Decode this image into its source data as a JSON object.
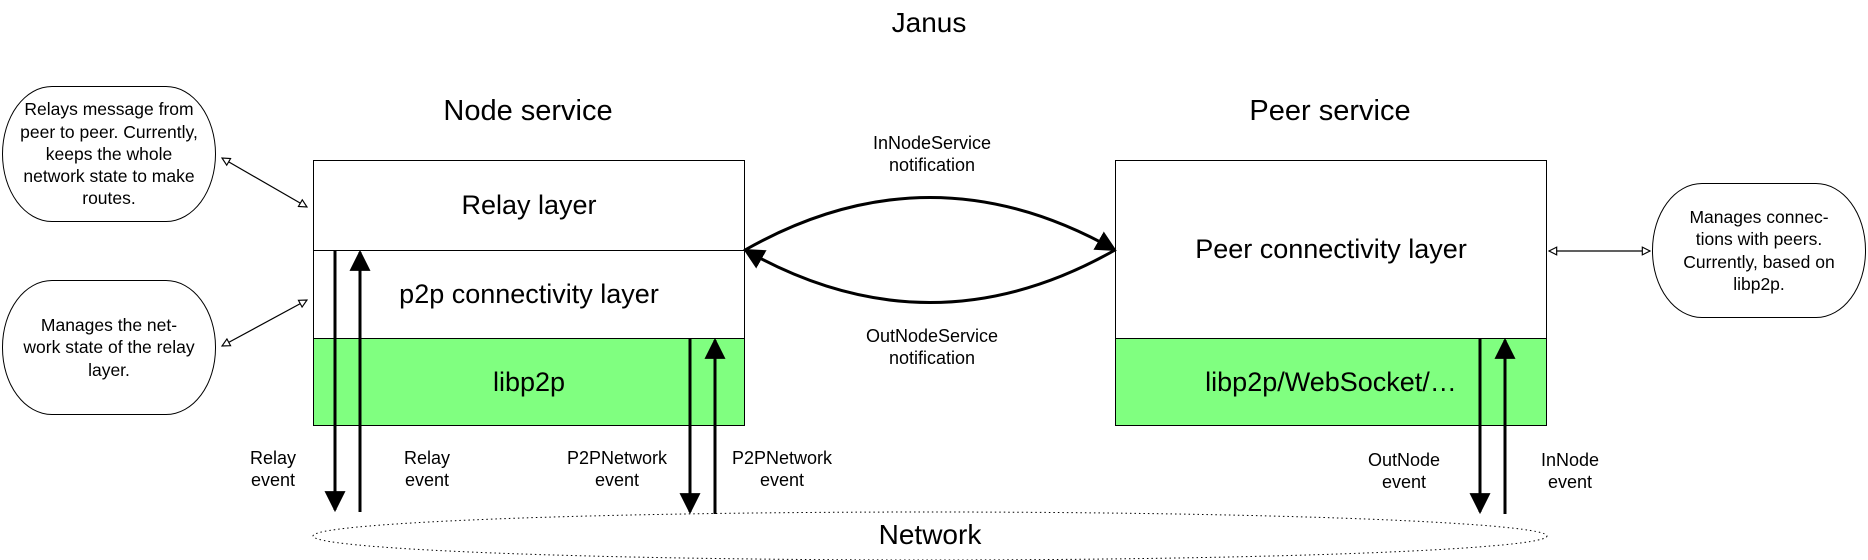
{
  "diagram": {
    "title": "Janus",
    "node_service": {
      "heading": "Node service",
      "relay_layer": "Relay layer",
      "p2p_layer": "p2p connectivity layer",
      "transport": "libp2p",
      "transport_color": "#80ff80"
    },
    "peer_service": {
      "heading": "Peer service",
      "connectivity_layer": "Peer connectivity layer",
      "transport": "libp2p/WebSocket/…",
      "transport_color": "#80ff80"
    },
    "notifications": {
      "in": "InNodeService\nnotification",
      "out": "OutNodeService\nnotification"
    },
    "notes": {
      "relay": "Relays message from peer to peer. Currently, keeps the whole network state to make routes.",
      "p2p": "Manages the net-\nwork state of the relay layer.",
      "peer": "Manages connec-\ntions with peers. Currently, based on libp2p."
    },
    "events": {
      "relay_down": "Relay\nevent",
      "relay_up": "Relay\nevent",
      "p2p_down": "P2PNetwork\nevent",
      "p2p_up": "P2PNetwork\nevent",
      "out_node": "OutNode\nevent",
      "in_node": "InNode\nevent"
    },
    "network": "Network"
  }
}
